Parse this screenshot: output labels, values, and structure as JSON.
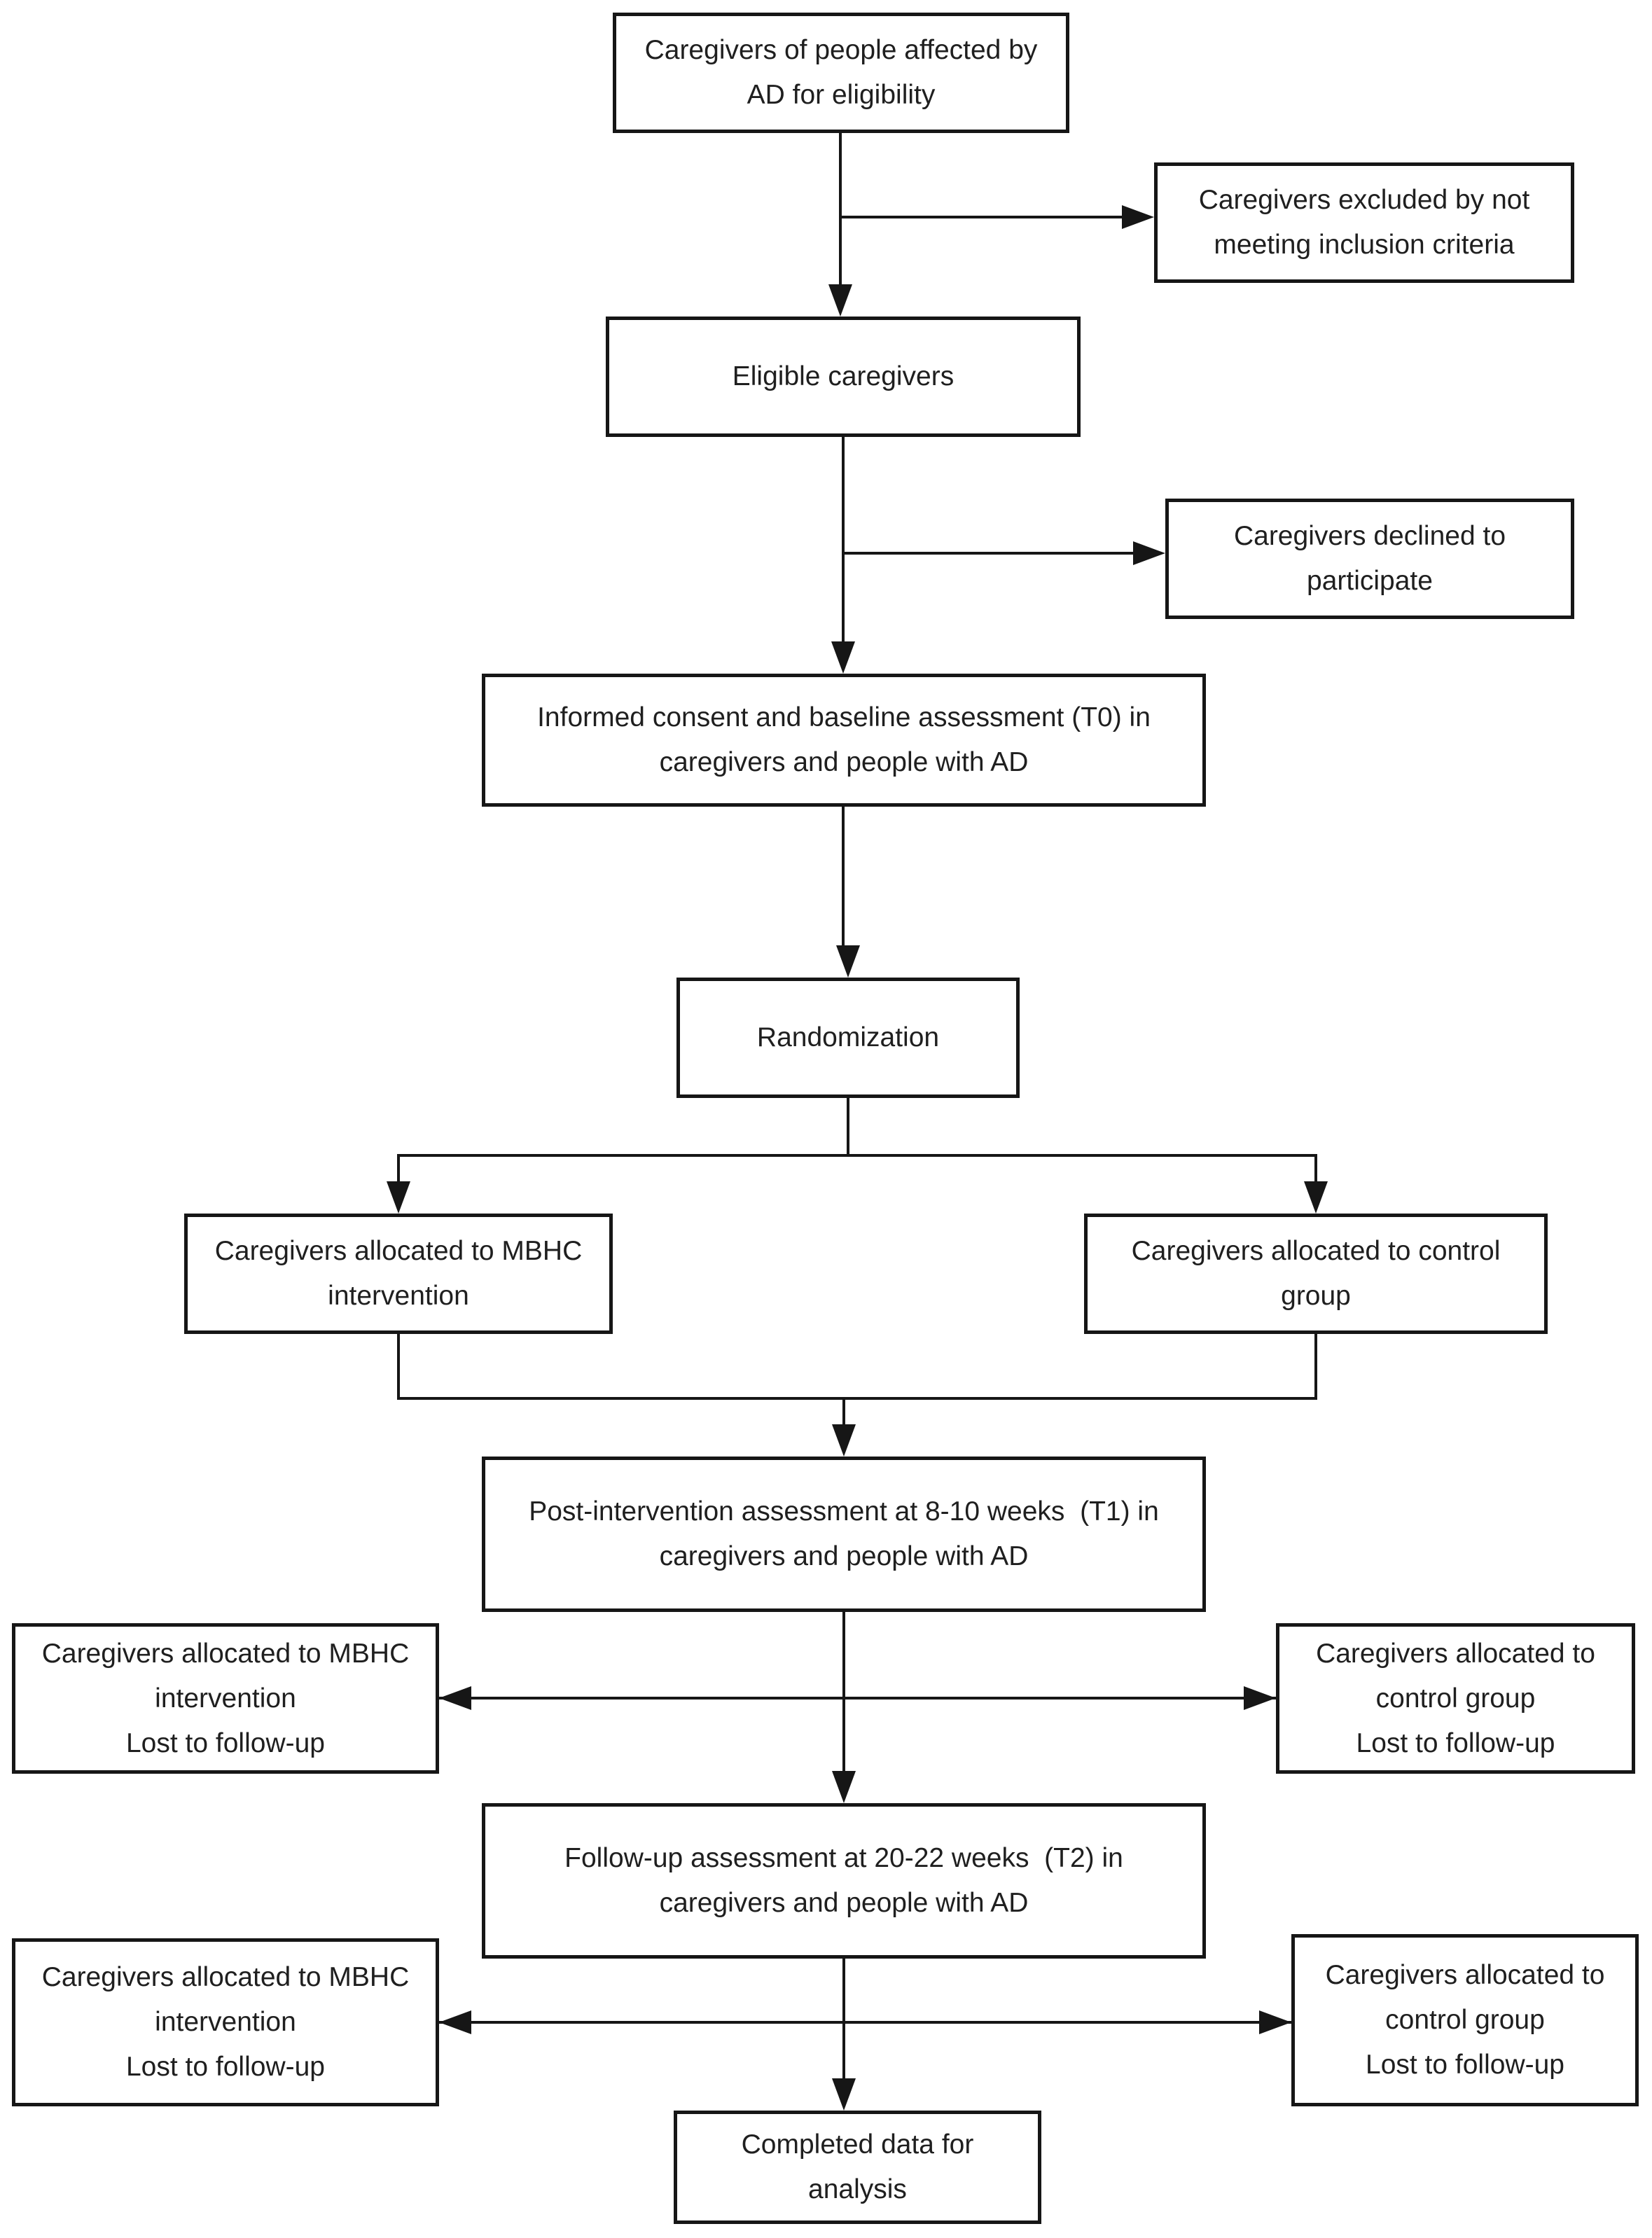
{
  "diagram": {
    "type": "participant-flow-diagram",
    "colors": {
      "background": "#ffffff",
      "box_border": "#161616",
      "line": "#161616",
      "text": "#1f1f1f"
    },
    "nodes": {
      "screened": {
        "label": "Caregivers of people affected by\nAD for eligibility"
      },
      "excluded": {
        "label": "Caregivers excluded by not\nmeeting inclusion criteria"
      },
      "eligible": {
        "label": "Eligible caregivers"
      },
      "declined": {
        "label": "Caregivers declined to\nparticipate"
      },
      "consent": {
        "label": "Informed consent and baseline assessment (T0) in\ncaregivers and people with AD"
      },
      "randomization": {
        "label": "Randomization"
      },
      "mbhc_allocation": {
        "label": "Caregivers allocated to MBHC\nintervention"
      },
      "control_allocation": {
        "label": "Caregivers allocated to control\ngroup"
      },
      "t1_assessment": {
        "label": "Post-intervention assessment at 8-10 weeks  (T1) in\ncaregivers and people with AD"
      },
      "t1_lost_mbhc": {
        "label": "Caregivers allocated to MBHC\nintervention\nLost to follow-up"
      },
      "t1_lost_control": {
        "label": "Caregivers allocated to\ncontrol group\nLost to follow-up"
      },
      "t2_assessment": {
        "label": "Follow-up assessment at 20-22 weeks  (T2) in\ncaregivers and people with AD"
      },
      "t2_lost_mbhc": {
        "label": "Caregivers allocated to MBHC\nintervention\nLost to follow-up"
      },
      "t2_lost_control": {
        "label": "Caregivers allocated to\ncontrol group\nLost to follow-up"
      },
      "completed": {
        "label": "Completed data for\nanalysis"
      }
    },
    "edges": [
      {
        "from": "screened",
        "to": "eligible",
        "type": "arrow"
      },
      {
        "from": "screened",
        "to": "excluded",
        "type": "arrow"
      },
      {
        "from": "eligible",
        "to": "consent",
        "type": "arrow"
      },
      {
        "from": "eligible",
        "to": "declined",
        "type": "arrow"
      },
      {
        "from": "consent",
        "to": "randomization",
        "type": "arrow"
      },
      {
        "from": "randomization",
        "to": "mbhc_allocation",
        "type": "arrow"
      },
      {
        "from": "randomization",
        "to": "control_allocation",
        "type": "arrow"
      },
      {
        "from": "mbhc_allocation",
        "to": "t1_assessment",
        "type": "arrow"
      },
      {
        "from": "control_allocation",
        "to": "t1_assessment",
        "type": "arrow"
      },
      {
        "from": "t1_assessment",
        "to": "t1_lost_mbhc",
        "type": "arrow"
      },
      {
        "from": "t1_assessment",
        "to": "t1_lost_control",
        "type": "arrow"
      },
      {
        "from": "t1_assessment",
        "to": "t2_assessment",
        "type": "arrow"
      },
      {
        "from": "t2_assessment",
        "to": "t2_lost_mbhc",
        "type": "arrow"
      },
      {
        "from": "t2_assessment",
        "to": "t2_lost_control",
        "type": "arrow"
      },
      {
        "from": "t2_assessment",
        "to": "completed",
        "type": "arrow"
      }
    ]
  }
}
